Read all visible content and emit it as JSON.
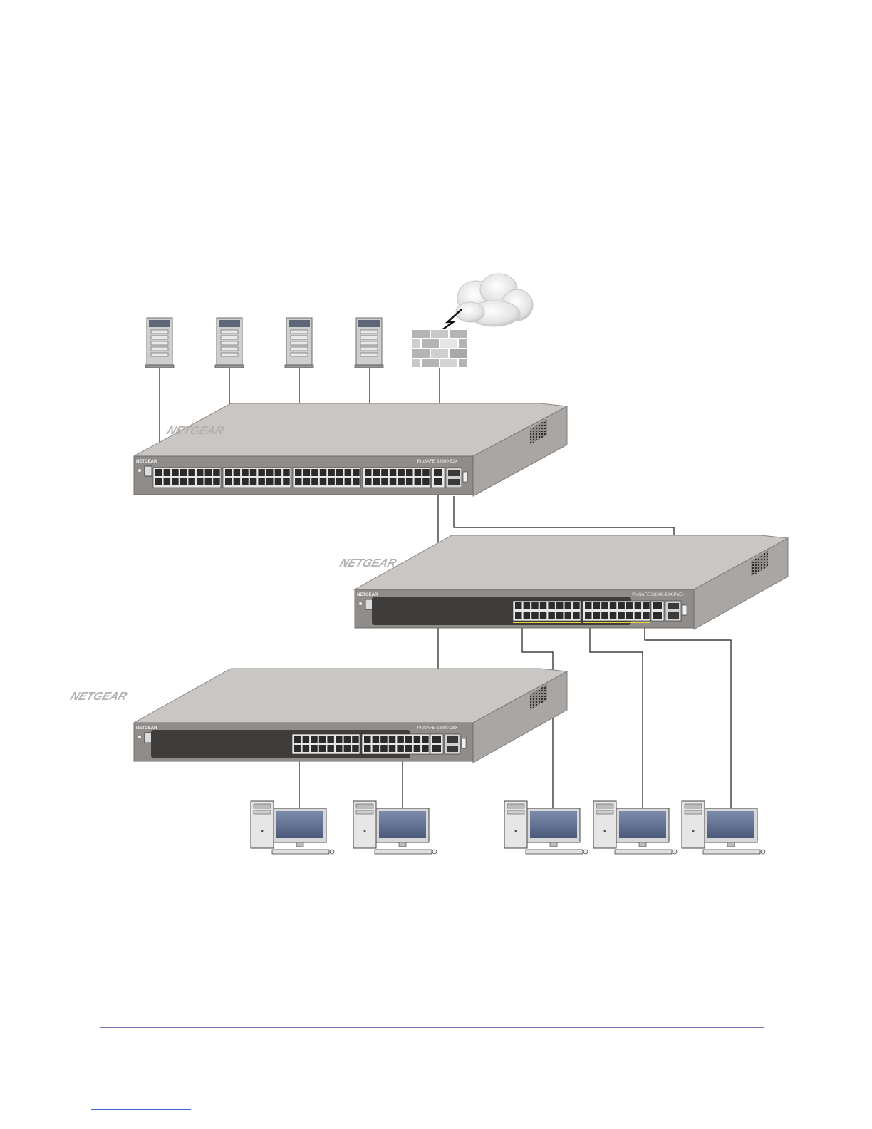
{
  "colors": {
    "switch_top": "#c9c6c4",
    "switch_side": "#a9a6a4",
    "switch_front": "#8f8c8a",
    "panel_dark": "#3f3d3b",
    "port": "#2b2b2b",
    "poe_yellow": "#e9d33c",
    "cable": "#1a1a1a",
    "firewall_brick": "#b9b9b9",
    "cloud": "#e6e6e6",
    "monitor_screen": "#5a6a8c",
    "rule": "#7b6fb3"
  },
  "icons": {
    "server": "server-tower-icon",
    "firewall": "firewall-brick-icon",
    "cloud": "internet-cloud-icon",
    "bolt": "lightning-link-icon",
    "switch": "network-switch-icon",
    "workstation": "desktop-computer-icon"
  },
  "switches": [
    {
      "id": "top",
      "brand": "NETGEAR",
      "logo_text": "NETGEAR",
      "model": "ProSAFE  S3300-52X",
      "ports": 48,
      "poe": false
    },
    {
      "id": "middle",
      "brand": "NETGEAR",
      "logo_text": "NETGEAR",
      "model": "ProSAFE  S3300-28X-PoE+",
      "ports": 24,
      "poe": true
    },
    {
      "id": "bottom",
      "brand": "NETGEAR",
      "logo_text": "NETGEAR",
      "model": "ProSAFE  S3300-28X",
      "ports": 24,
      "poe": false
    }
  ],
  "servers": 4,
  "workstations": 5
}
